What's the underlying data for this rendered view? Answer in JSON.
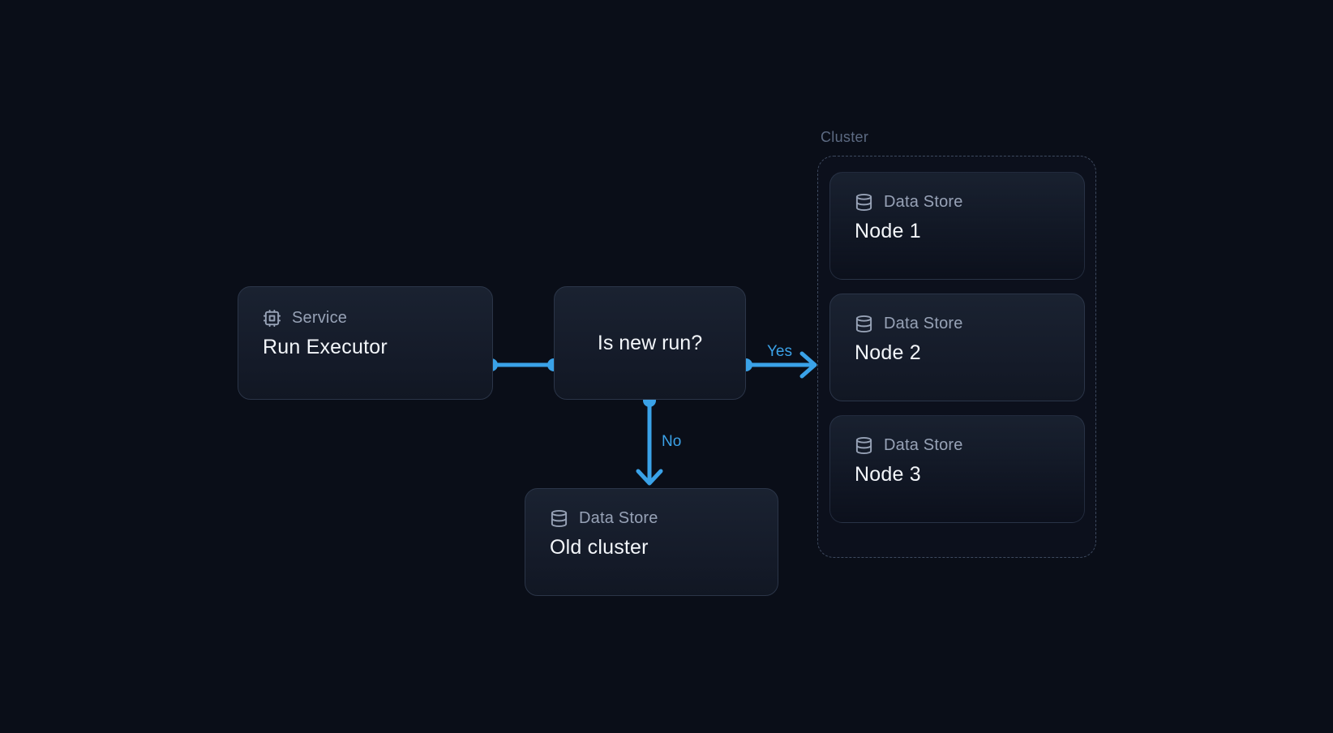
{
  "diagram": {
    "service": {
      "type_label": "Service",
      "title": "Run Executor",
      "icon": "cpu-icon"
    },
    "decision": {
      "title": "Is new run?"
    },
    "old_cluster": {
      "type_label": "Data Store",
      "title": "Old cluster",
      "icon": "database-icon"
    },
    "cluster": {
      "label": "Cluster",
      "nodes": [
        {
          "type_label": "Data Store",
          "title": "Node 1",
          "icon": "database-icon"
        },
        {
          "type_label": "Data Store",
          "title": "Node 2",
          "icon": "database-icon"
        },
        {
          "type_label": "Data Store",
          "title": "Node 3",
          "icon": "database-icon"
        }
      ]
    },
    "edges": {
      "service_to_decision": {
        "label": ""
      },
      "decision_to_cluster": {
        "label": "Yes"
      },
      "decision_to_old_cluster": {
        "label": "No"
      }
    }
  },
  "colors": {
    "background": "#0a0e18",
    "card_fill": "#161d2b",
    "card_border": "#2b3548",
    "accent_blue": "#3aa2e8",
    "label_text": "#97a2b6",
    "title_text": "#f3f6fa",
    "cluster_label_text": "#5c6a82",
    "cluster_dashed_border": "#3e4a5f"
  }
}
